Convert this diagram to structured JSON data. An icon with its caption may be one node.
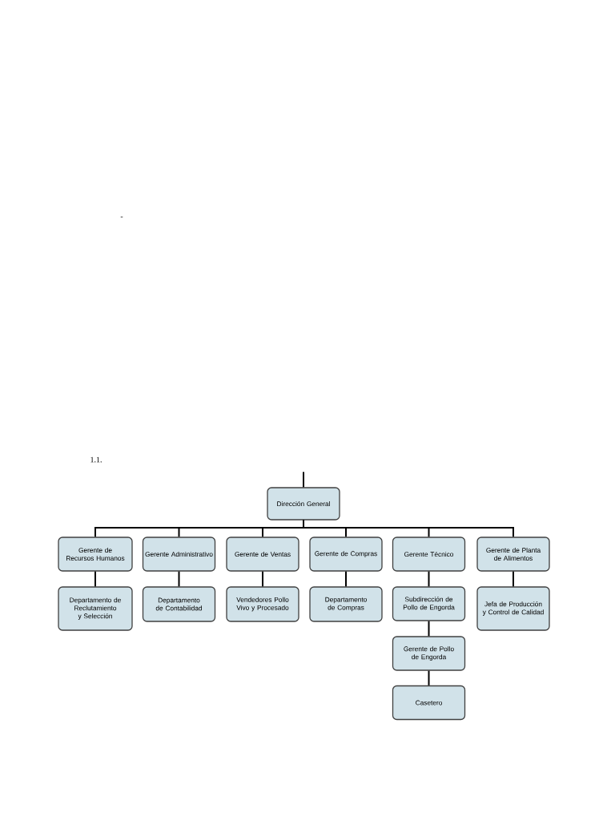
{
  "diagram": {
    "nodes": [
      {
        "text": [
          "Dirección General"
        ]
      },
      {
        "text": [
          "Gerente de Recursos Humanos"
        ]
      },
      {
        "text": [
          "Gerente Administrativo"
        ]
      },
      {
        "text": [
          "Gerente de Ventas"
        ]
      },
      {
        "text": [
          "Gerente de Compras"
        ]
      },
      {
        "text": [
          "Gerente Técnico"
        ]
      },
      {
        "text": [
          "Gerente de Planta de Alimentos"
        ]
      },
      {
        "text": [
          "Departamento de Reclutamiento y Selección"
        ]
      },
      {
        "text": [
          "Departamento de Contabilidad"
        ]
      },
      {
        "text": [
          "Vendedores Pollo Vivo y Procesado"
        ]
      },
      {
        "text": [
          "Departamento de Compras"
        ]
      },
      {
        "text": [
          "Subdirección de Pollo de Engorda"
        ]
      },
      {
        "text": [
          "Jefa de Producción y Control de Calidad"
        ]
      },
      {
        "text": [
          "Gerente de Pollo de Engorda"
        ]
      },
      {
        "text": [
          "Casetero"
        ]
      }
    ],
    "edges": [
      {
        "from": null,
        "to": 0,
        "arrow": "none"
      },
      {
        "from": 0,
        "to": 1,
        "arrow": "none"
      },
      {
        "from": 0,
        "to": 2,
        "arrow": "none"
      },
      {
        "from": 0,
        "to": 3,
        "arrow": "none"
      },
      {
        "from": 0,
        "to": 4,
        "arrow": "none"
      },
      {
        "from": 0,
        "to": 5,
        "arrow": "none"
      },
      {
        "from": 0,
        "to": 6,
        "arrow": "none"
      },
      {
        "from": 1,
        "to": 7,
        "arrow": "none"
      },
      {
        "from": 2,
        "to": 8,
        "arrow": "none"
      },
      {
        "from": 3,
        "to": 9,
        "arrow": "none"
      },
      {
        "from": 4,
        "to": 10,
        "arrow": "none"
      },
      {
        "from": 5,
        "to": 11,
        "arrow": "none"
      },
      {
        "from": 6,
        "to": 12,
        "arrow": "none"
      },
      {
        "from": 11,
        "to": 13,
        "arrow": "none"
      },
      {
        "from": 13,
        "to": 14,
        "arrow": "none"
      }
    ],
    "labels": [
      "-",
      "1.1."
    ]
  }
}
